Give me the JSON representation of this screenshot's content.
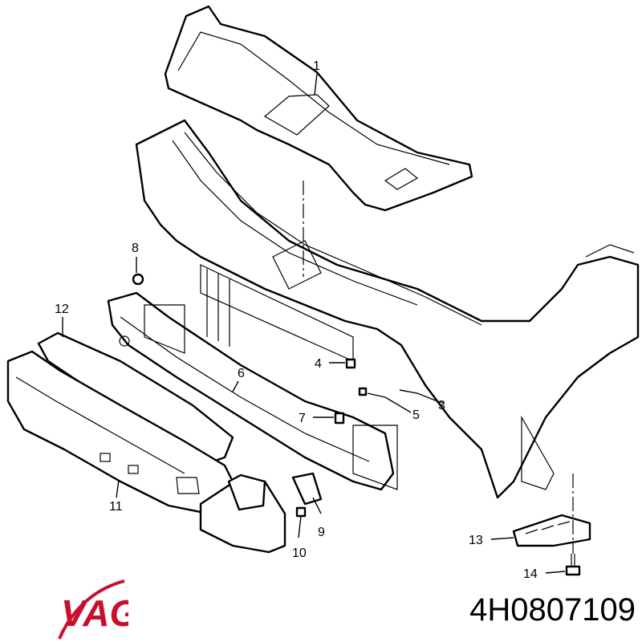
{
  "brand": {
    "name": "VAG",
    "color": "#c8102e"
  },
  "part_number": "4H0807109",
  "callouts": [
    {
      "id": "1",
      "label": "1"
    },
    {
      "id": "2",
      "label": "3"
    },
    {
      "id": "3",
      "label": "4"
    },
    {
      "id": "4",
      "label": "5"
    },
    {
      "id": "5",
      "label": "6"
    },
    {
      "id": "6",
      "label": "7"
    },
    {
      "id": "7",
      "label": "8"
    },
    {
      "id": "8",
      "label": "9"
    },
    {
      "id": "9",
      "label": "10"
    },
    {
      "id": "10",
      "label": "11"
    },
    {
      "id": "11",
      "label": "12"
    },
    {
      "id": "12",
      "label": "13"
    },
    {
      "id": "13",
      "label": "14"
    }
  ]
}
